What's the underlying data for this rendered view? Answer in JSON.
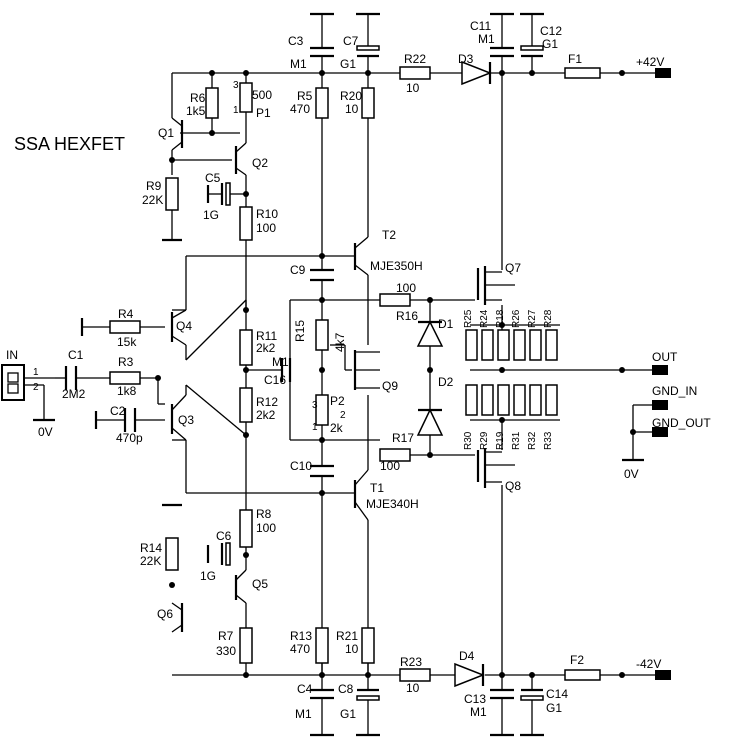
{
  "title": "SSA HEXFET",
  "power": {
    "pos": "+42V",
    "neg": "-42V",
    "zero": "0V"
  },
  "connector": {
    "label": "IN",
    "pin1": "1",
    "pin2": "2",
    "gnd": "0V"
  },
  "outputs": {
    "out": "OUT",
    "gnd_in": "GND_IN",
    "gnd_out": "GND_OUT",
    "zero": "0V"
  },
  "capacitors": {
    "C1": {
      "ref": "C1",
      "val": "2M2"
    },
    "C2": {
      "ref": "C2",
      "val": "470p"
    },
    "C3": {
      "ref": "C3",
      "val": "M1"
    },
    "C4": {
      "ref": "C4",
      "val": "M1"
    },
    "C5": {
      "ref": "C5",
      "val": "1G"
    },
    "C6": {
      "ref": "C6",
      "val": "1G"
    },
    "C7": {
      "ref": "C7",
      "val": "G1"
    },
    "C8": {
      "ref": "C8",
      "val": "G1"
    },
    "C9": {
      "ref": "C9"
    },
    "C10": {
      "ref": "C10"
    },
    "C11": {
      "ref": "C11",
      "val": "M1"
    },
    "C12": {
      "ref": "C12",
      "val": "G1"
    },
    "C13": {
      "ref": "C13",
      "val": "M1"
    },
    "C14": {
      "ref": "C14",
      "val": "G1"
    },
    "C16": {
      "ref": "C16",
      "val": "M1"
    }
  },
  "resistors": {
    "R3": {
      "ref": "R3",
      "val": "1k8"
    },
    "R4": {
      "ref": "R4",
      "val": "15k"
    },
    "R5": {
      "ref": "R5",
      "val": "470"
    },
    "R6": {
      "ref": "R6",
      "val": "1k5"
    },
    "R7": {
      "ref": "R7",
      "val": "330"
    },
    "R8": {
      "ref": "R8",
      "val": "100"
    },
    "R9": {
      "ref": "R9",
      "val": "22K"
    },
    "R10": {
      "ref": "R10",
      "val": "100"
    },
    "R11": {
      "ref": "R11",
      "val": "2k2"
    },
    "R12": {
      "ref": "R12",
      "val": "2k2"
    },
    "R13": {
      "ref": "R13",
      "val": "470"
    },
    "R14": {
      "ref": "R14",
      "val": "22K"
    },
    "R15": {
      "ref": "R15",
      "val": "4k7"
    },
    "R16": {
      "ref": "R16",
      "val": "100"
    },
    "R17": {
      "ref": "R17",
      "val": "100"
    },
    "R20": {
      "ref": "R20",
      "val": "10"
    },
    "R21": {
      "ref": "R21",
      "val": "10"
    },
    "R22": {
      "ref": "R22",
      "val": "10"
    },
    "R23": {
      "ref": "R23",
      "val": "10"
    },
    "top_bank": [
      "R25",
      "R24",
      "R18",
      "R26",
      "R27",
      "R28"
    ],
    "bottom_bank": [
      "R30",
      "R29",
      "R19",
      "R31",
      "R32",
      "R33"
    ]
  },
  "pots": {
    "P1": {
      "ref": "P1",
      "val": "500",
      "pin1": "1",
      "pin3": "3"
    },
    "P2": {
      "ref": "P2",
      "val": "2k",
      "pin1": "1",
      "pin2": "2",
      "pin3": "3"
    }
  },
  "transistors": {
    "Q1": "Q1",
    "Q2": "Q2",
    "Q3": "Q3",
    "Q4": "Q4",
    "Q5": "Q5",
    "Q6": "Q6",
    "Q7": "Q7",
    "Q8": "Q8",
    "Q9": "Q9",
    "T1": {
      "ref": "T1",
      "type": "MJE340H"
    },
    "T2": {
      "ref": "T2",
      "type": "MJE350H"
    }
  },
  "diodes": {
    "D1": "D1",
    "D2": "D2",
    "D3": "D3",
    "D4": "D4"
  },
  "fuses": {
    "F1": "F1",
    "F2": "F2"
  }
}
